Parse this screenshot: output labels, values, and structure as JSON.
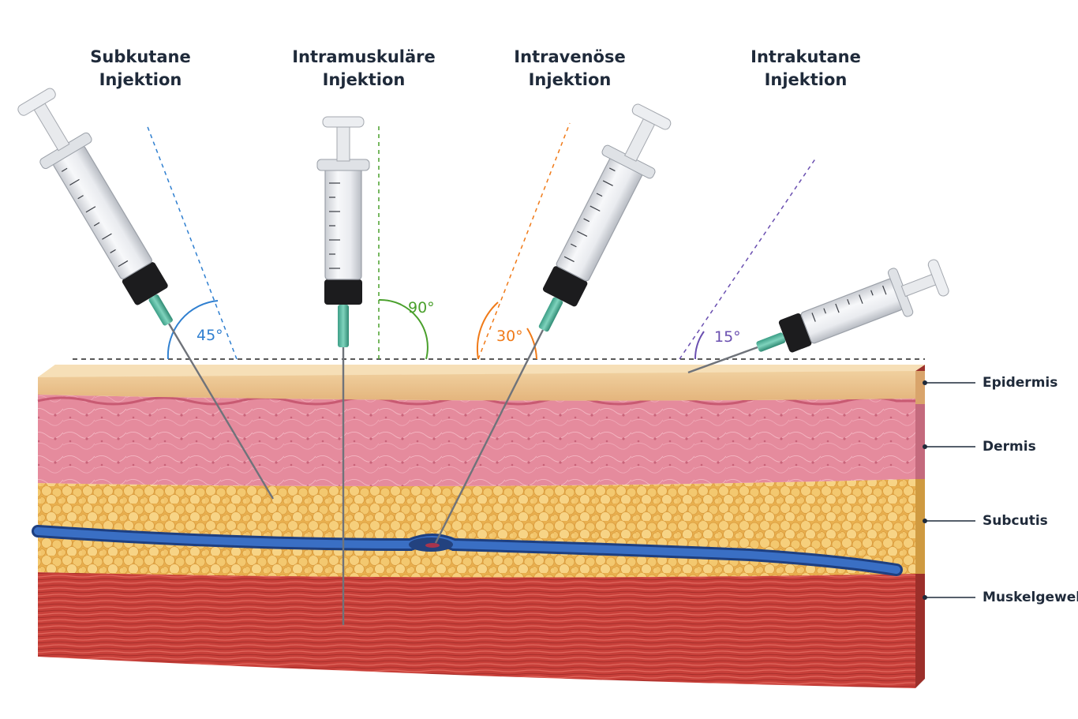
{
  "injections": [
    {
      "id": "subcutaneous",
      "title_line1": "Subkutane",
      "title_line2": "Injektion",
      "angle_label": "45°",
      "angle_deg": 45,
      "color": "#2f7fd0"
    },
    {
      "id": "intramuscular",
      "title_line1": "Intramuskuläre",
      "title_line2": "Injektion",
      "angle_label": "90°",
      "angle_deg": 90,
      "color": "#4aa02c"
    },
    {
      "id": "intravenous",
      "title_line1": "Intravenöse",
      "title_line2": "Injektion",
      "angle_label": "30°",
      "angle_deg": 30,
      "color": "#f07a18"
    },
    {
      "id": "intradermal",
      "title_line1": "Intrakutane",
      "title_line2": "Injektion",
      "angle_label": "15°",
      "angle_deg": 15,
      "color": "#6a4fb0"
    }
  ],
  "layers": [
    {
      "id": "epidermis",
      "label": "Epidermis",
      "color": "#edc996"
    },
    {
      "id": "dermis",
      "label": "Dermis",
      "color": "#e98fa0"
    },
    {
      "id": "subcutis",
      "label": "Subcutis",
      "color": "#f0c468"
    },
    {
      "id": "muscle",
      "label": "Muskelgewebe",
      "color": "#cf4a42"
    }
  ],
  "colors": {
    "vein": "#2f5fb0",
    "skin_line": "#222222",
    "text": "#1f2a3a"
  }
}
